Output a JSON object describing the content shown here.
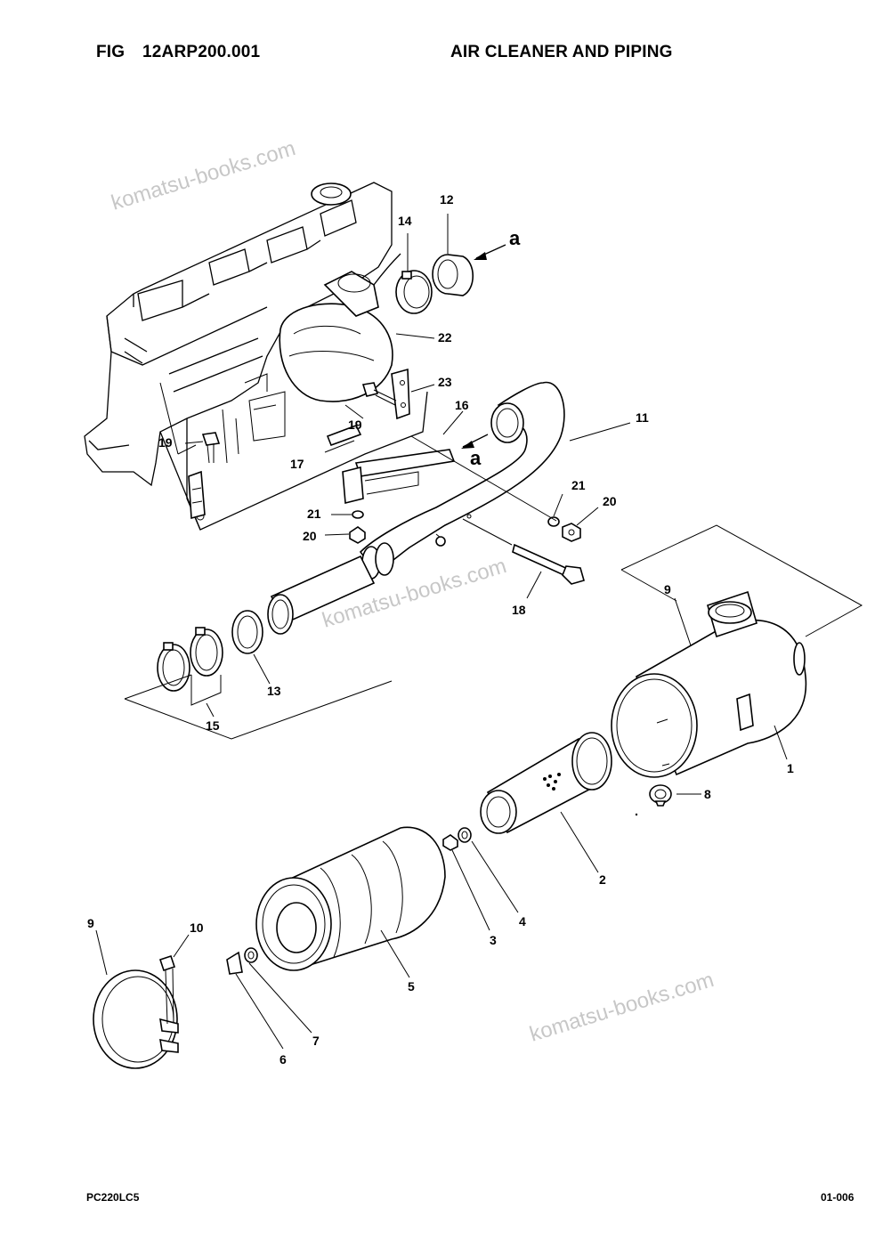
{
  "header": {
    "fig_label": "FIG",
    "fig_number": "12ARP200.001",
    "title": "AIR CLEANER AND PIPING"
  },
  "footer": {
    "model": "PC220LC5",
    "page": "01-006"
  },
  "watermark": "komatsu-books.com",
  "callouts": {
    "c1": "1",
    "c2": "2",
    "c3": "3",
    "c4": "4",
    "c5": "5",
    "c6": "6",
    "c7": "7",
    "c8": "8",
    "c9a": "9",
    "c9b": "9",
    "c10": "10",
    "c11": "11",
    "c12": "12",
    "c13": "13",
    "c14": "14",
    "c15": "15",
    "c16": "16",
    "c17": "17",
    "c18": "18",
    "c19a": "19",
    "c19b": "19",
    "c20a": "20",
    "c20b": "20",
    "c21a": "21",
    "c21b": "21",
    "c22": "22",
    "c23": "23",
    "aa": "a",
    "ab": "a"
  }
}
